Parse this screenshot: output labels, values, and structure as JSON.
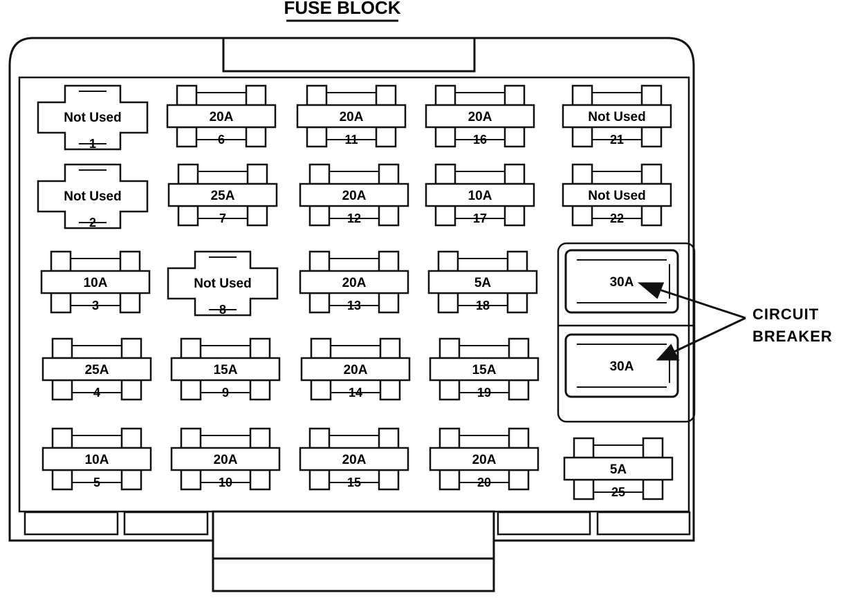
{
  "title": "FUSE BLOCK",
  "fuses": [
    {
      "num": "1",
      "rating": "Not Used",
      "style": "cross"
    },
    {
      "num": "2",
      "rating": "Not Used",
      "style": "cross"
    },
    {
      "num": "3",
      "rating": "10A",
      "style": "bar"
    },
    {
      "num": "4",
      "rating": "25A",
      "style": "bar"
    },
    {
      "num": "5",
      "rating": "10A",
      "style": "bar"
    },
    {
      "num": "6",
      "rating": "20A",
      "style": "bar"
    },
    {
      "num": "7",
      "rating": "25A",
      "style": "bar"
    },
    {
      "num": "8",
      "rating": "Not Used",
      "style": "cross"
    },
    {
      "num": "9",
      "rating": "15A",
      "style": "bar"
    },
    {
      "num": "10",
      "rating": "20A",
      "style": "bar"
    },
    {
      "num": "11",
      "rating": "20A",
      "style": "bar"
    },
    {
      "num": "12",
      "rating": "20A",
      "style": "bar"
    },
    {
      "num": "13",
      "rating": "20A",
      "style": "bar"
    },
    {
      "num": "14",
      "rating": "20A",
      "style": "bar"
    },
    {
      "num": "15",
      "rating": "20A",
      "style": "bar"
    },
    {
      "num": "16",
      "rating": "20A",
      "style": "bar"
    },
    {
      "num": "17",
      "rating": "10A",
      "style": "bar"
    },
    {
      "num": "18",
      "rating": "5A",
      "style": "bar"
    },
    {
      "num": "19",
      "rating": "15A",
      "style": "bar"
    },
    {
      "num": "20",
      "rating": "20A",
      "style": "bar"
    },
    {
      "num": "21",
      "rating": "Not Used",
      "style": "bar"
    },
    {
      "num": "22",
      "rating": "Not Used",
      "style": "bar"
    },
    {
      "num": "25",
      "rating": "5A",
      "style": "bar"
    }
  ],
  "circuit_breakers": [
    {
      "rating": "30A"
    },
    {
      "rating": "30A"
    }
  ],
  "callout": {
    "line1": "CIRCUIT",
    "line2": "BREAKER"
  }
}
